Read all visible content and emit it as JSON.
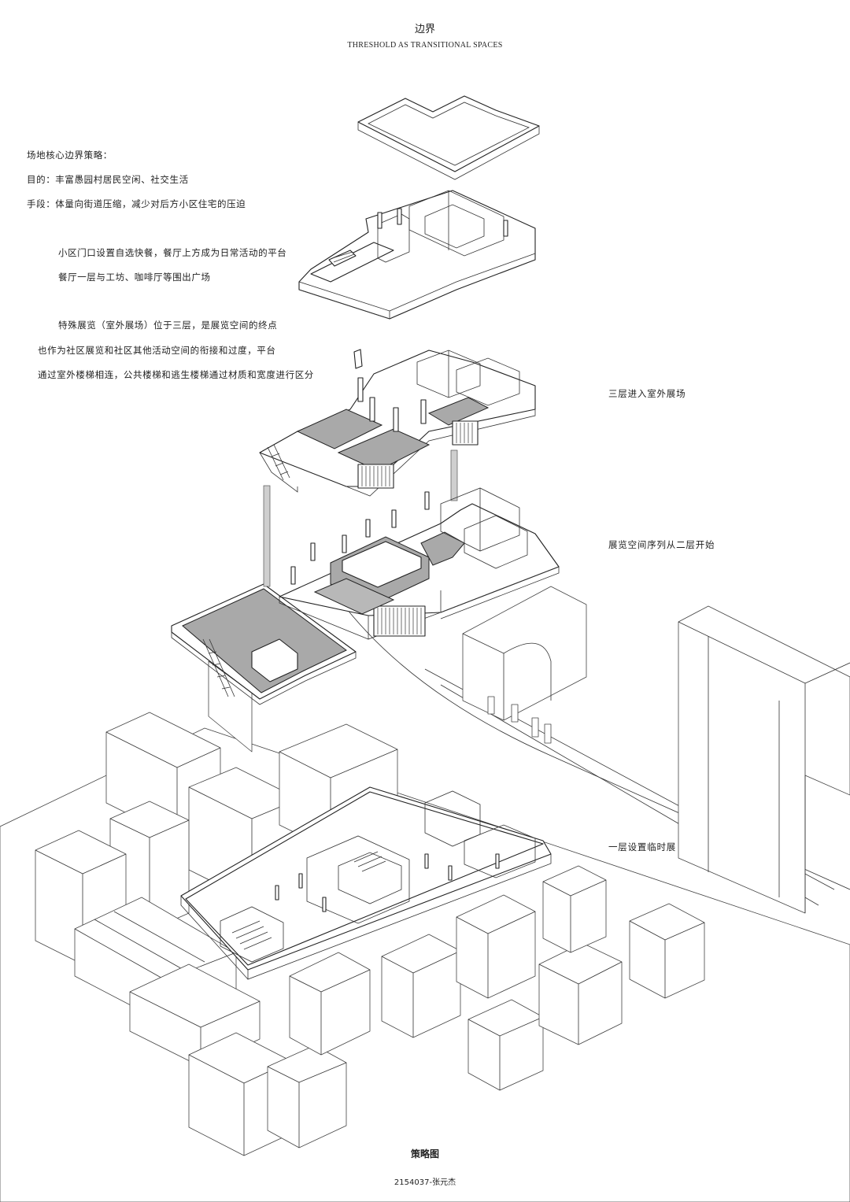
{
  "header": {
    "title": "边界",
    "subtitle": "THRESHOLD AS TRANSITIONAL SPACES"
  },
  "strategy": {
    "heading": "场地核心边界策略：",
    "goal": "目的：丰富愚园村居民空闲、社交生活",
    "means": "手段：体量向街道压缩，减少对后方小区住宅的压迫"
  },
  "paragraph_restaurant": {
    "line1": "小区门口设置自选快餐，餐厅上方成为日常活动的平台",
    "line2": "餐厅一层与工坊、咖啡厅等围出广场"
  },
  "paragraph_exhibition": {
    "line1": "特殊展览（室外展场）位于三层，是展览空间的终点",
    "line2": "也作为社区展览和社区其他活动空间的衔接和过度，平台",
    "line3": "通过室外楼梯相连，公共楼梯和逃生楼梯通过材质和宽度进行区分"
  },
  "floor_labels": {
    "third": "三层进入室外展场",
    "second": "展览空间序列从二层开始",
    "first": "一层设置临时展"
  },
  "footer": {
    "title": "策略图",
    "author": "2154037-张元杰"
  },
  "colors": {
    "line": "#222222",
    "fill_gray": "#a9a9a9",
    "background": "#ffffff"
  }
}
